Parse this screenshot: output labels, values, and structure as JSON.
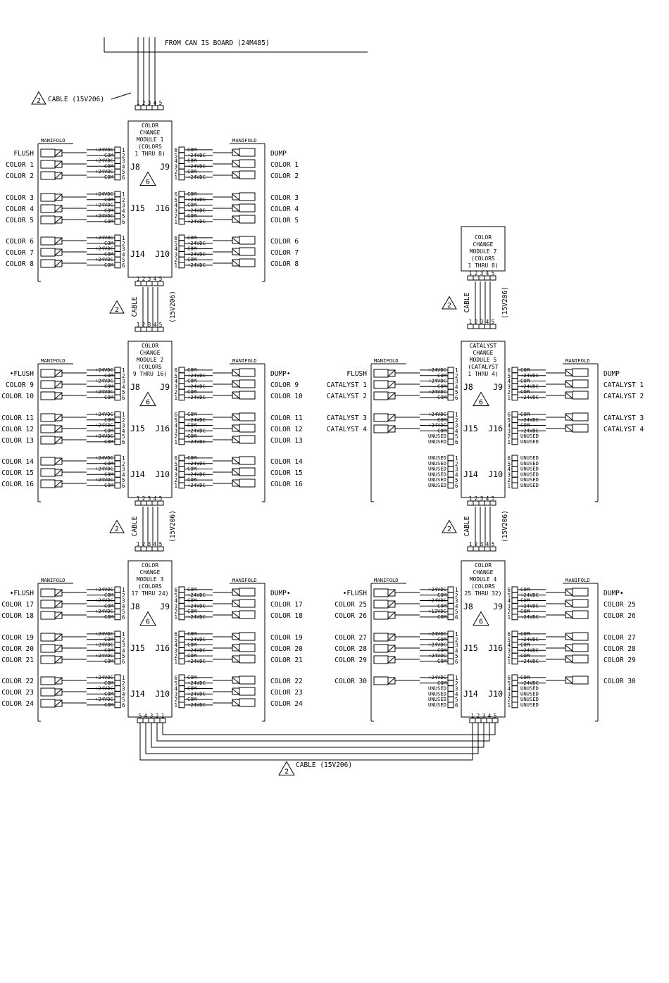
{
  "top_label": "FROM CAN IS BOARD (24M485)",
  "cable_label": "CABLE (15V206)",
  "cable_word": "CABLE",
  "cable_part": "(15V206)",
  "cable_tag": "2",
  "module_tag": "6",
  "manifold_label": "MANIFOLD",
  "connector_pins": [
    "1",
    "2",
    "3",
    "4",
    "5"
  ],
  "connector_pins_reversed": [
    "5",
    "4",
    "3",
    "2",
    "1"
  ],
  "jacks": [
    "J8",
    "J9",
    "J15",
    "J16",
    "J14",
    "J10"
  ],
  "module7": [
    "COLOR",
    "CHANGE",
    "MODULE 7",
    "(COLORS",
    "1 THRU 8)"
  ],
  "modules": [
    {
      "title": [
        "COLOR",
        "CHANGE",
        "MODULE 1",
        "(COLORS",
        "1 THRU 8)"
      ],
      "left_groups": [
        {
          "labels": [
            "FLUSH",
            "COLOR 1",
            "COLOR 2"
          ],
          "pins": [
            "1",
            "2",
            "3",
            "4",
            "5",
            "6"
          ],
          "sig": [
            "+24VDC",
            "COM",
            "+24VDC",
            "COM",
            "+24VDC",
            "COM"
          ]
        },
        {
          "labels": [
            "COLOR 3",
            "COLOR 4",
            "COLOR 5"
          ],
          "pins": [
            "1",
            "2",
            "3",
            "4",
            "5",
            "6"
          ],
          "sig": [
            "+24VDC",
            "COM",
            "+24VDC",
            "COM",
            "+24VDC",
            "COM"
          ]
        },
        {
          "labels": [
            "COLOR 6",
            "COLOR 7",
            "COLOR 8"
          ],
          "pins": [
            "1",
            "2",
            "3",
            "4",
            "5",
            "6"
          ],
          "sig": [
            "+24VDC",
            "COM",
            "+24VDC",
            "COM",
            "+24VDC",
            "COM"
          ]
        }
      ],
      "right_groups": [
        {
          "labels": [
            "DUMP",
            "COLOR 1",
            "COLOR 2"
          ],
          "pins": [
            "6",
            "5",
            "4",
            "3",
            "2",
            "1"
          ],
          "sig": [
            "COM",
            "+24VDC",
            "COM",
            "+24VDC",
            "COM",
            "+24VDC"
          ]
        },
        {
          "labels": [
            "COLOR 3",
            "COLOR 4",
            "COLOR 5"
          ],
          "pins": [
            "6",
            "5",
            "4",
            "3",
            "2",
            "1"
          ],
          "sig": [
            "COM",
            "+24VDC",
            "COM",
            "+24VDC",
            "COM",
            "+24VDC"
          ]
        },
        {
          "labels": [
            "COLOR 6",
            "COLOR 7",
            "COLOR 8"
          ],
          "pins": [
            "6",
            "5",
            "4",
            "3",
            "2",
            "1"
          ],
          "sig": [
            "COM",
            "+24VDC",
            "COM",
            "+24VDC",
            "COM",
            "+24VDC"
          ]
        }
      ]
    },
    {
      "title": [
        "COLOR",
        "CHANGE",
        "MODULE 2",
        "(COLORS",
        "9 THRU 16)"
      ],
      "left_groups": [
        {
          "labels": [
            "•FLUSH",
            "COLOR 9",
            "COLOR 10"
          ],
          "pins": [
            "1",
            "2",
            "3",
            "4",
            "5",
            "6"
          ],
          "sig": [
            "+24VDC",
            "COM",
            "+24VDC",
            "COM",
            "+24VDC",
            "COM"
          ]
        },
        {
          "labels": [
            "COLOR 11",
            "COLOR 12",
            "COLOR 13"
          ],
          "pins": [
            "1",
            "2",
            "3",
            "4",
            "5",
            "6"
          ],
          "sig": [
            "+24VDC",
            "COM",
            "+24VDC",
            "COM",
            "+24VDC",
            "COM"
          ]
        },
        {
          "labels": [
            "COLOR 14",
            "COLOR 15",
            "COLOR 16"
          ],
          "pins": [
            "1",
            "2",
            "3",
            "4",
            "5",
            "6"
          ],
          "sig": [
            "+24VDC",
            "COM",
            "+24VDC",
            "COM",
            "+24VDC",
            "COM"
          ]
        }
      ],
      "right_groups": [
        {
          "labels": [
            "DUMP•",
            "COLOR 9",
            "COLOR 10"
          ],
          "pins": [
            "6",
            "5",
            "4",
            "3",
            "2",
            "1"
          ],
          "sig": [
            "COM",
            "+24VDC",
            "COM",
            "+24VDC",
            "COM",
            "+24VDC"
          ]
        },
        {
          "labels": [
            "COLOR 11",
            "COLOR 12",
            "COLOR 13"
          ],
          "pins": [
            "6",
            "5",
            "4",
            "3",
            "2",
            "1"
          ],
          "sig": [
            "COM",
            "+24VDC",
            "COM",
            "+24VDC",
            "COM",
            "+24VDC"
          ]
        },
        {
          "labels": [
            "COLOR 14",
            "COLOR 15",
            "COLOR 16"
          ],
          "pins": [
            "6",
            "5",
            "4",
            "3",
            "2",
            "1"
          ],
          "sig": [
            "COM",
            "+24VDC",
            "COM",
            "+24VDC",
            "COM",
            "+24VDC"
          ]
        }
      ]
    },
    {
      "title": [
        "COLOR",
        "CHANGE",
        "MODULE 3",
        "(COLORS",
        "17 THRU 24)"
      ],
      "left_groups": [
        {
          "labels": [
            "•FLUSH",
            "COLOR 17",
            "COLOR 18"
          ],
          "pins": [
            "1",
            "2",
            "3",
            "4",
            "5",
            "6"
          ],
          "sig": [
            "+24VDC",
            "COM",
            "+24VDC",
            "COM",
            "+24VDC",
            "COM"
          ]
        },
        {
          "labels": [
            "COLOR 19",
            "COLOR 20",
            "COLOR 21"
          ],
          "pins": [
            "1",
            "2",
            "3",
            "4",
            "5",
            "6"
          ],
          "sig": [
            "+24VDC",
            "COM",
            "+24VDC",
            "COM",
            "+24VDC",
            "COM"
          ]
        },
        {
          "labels": [
            "COLOR 22",
            "COLOR 23",
            "COLOR 24"
          ],
          "pins": [
            "1",
            "2",
            "3",
            "4",
            "5",
            "6"
          ],
          "sig": [
            "+24VDC",
            "COM",
            "+24VDC",
            "COM",
            "+24VDC",
            "COM"
          ]
        }
      ],
      "right_groups": [
        {
          "labels": [
            "DUMP•",
            "COLOR 17",
            "COLOR 18"
          ],
          "pins": [
            "6",
            "5",
            "4",
            "3",
            "2",
            "1"
          ],
          "sig": [
            "COM",
            "+24VDC",
            "COM",
            "+24VDC",
            "COM",
            "+24VDC"
          ]
        },
        {
          "labels": [
            "COLOR 19",
            "COLOR 20",
            "COLOR 21"
          ],
          "pins": [
            "6",
            "5",
            "4",
            "3",
            "2",
            "1"
          ],
          "sig": [
            "COM",
            "+24VDC",
            "COM",
            "+24VDC",
            "COM",
            "+24VDC"
          ]
        },
        {
          "labels": [
            "COLOR 22",
            "COLOR 23",
            "COLOR 24"
          ],
          "pins": [
            "6",
            "5",
            "4",
            "3",
            "2",
            "1"
          ],
          "sig": [
            "COM",
            "+24VDC",
            "COM",
            "+24VDC",
            "COM",
            "+24VDC"
          ]
        }
      ]
    },
    {
      "title": [
        "CATALYST",
        "CHANGE",
        "MODULE 5",
        "(CATALYST",
        "1 THRU 4)"
      ],
      "left_groups": [
        {
          "labels": [
            "FLUSH",
            "CATALYST 1",
            "CATALYST 2"
          ],
          "pins": [
            "1",
            "2",
            "3",
            "4",
            "5",
            "6"
          ],
          "sig": [
            "+24VDC",
            "COM",
            "+24VDC",
            "COM",
            "+24VDC",
            "COM"
          ]
        },
        {
          "labels": [
            "CATALYST 3",
            "CATALYST 4"
          ],
          "pins": [
            "1",
            "2",
            "3",
            "4",
            "5",
            "6"
          ],
          "sig": [
            "+24VDC",
            "COM",
            "+24VDC",
            "COM",
            "UNUSED",
            "UNUSED"
          ]
        },
        {
          "labels": [],
          "pins": [
            "1",
            "2",
            "3",
            "4",
            "5",
            "6"
          ],
          "sig": [
            "UNUSED",
            "UNUSED",
            "UNUSED",
            "UNUSED",
            "UNUSED",
            "UNUSED"
          ]
        }
      ],
      "right_groups": [
        {
          "labels": [
            "DUMP",
            "CATALYST 1",
            "CATALYST 2"
          ],
          "pins": [
            "6",
            "5",
            "4",
            "3",
            "2",
            "1"
          ],
          "sig": [
            "COM",
            "+24VDC",
            "COM",
            "+24VDC",
            "COM",
            "+24VDC"
          ]
        },
        {
          "labels": [
            "CATALYST 3",
            "CATALYST 4"
          ],
          "pins": [
            "6",
            "5",
            "4",
            "3",
            "2",
            "1"
          ],
          "sig": [
            "COM",
            "+24VDC",
            "COM",
            "+24VDC",
            "UNUSED",
            "UNUSED"
          ]
        },
        {
          "labels": [],
          "pins": [
            "6",
            "5",
            "4",
            "3",
            "2",
            "1"
          ],
          "sig": [
            "UNUSED",
            "UNUSED",
            "UNUSED",
            "UNUSED",
            "UNUSED",
            "UNUSED"
          ]
        }
      ]
    },
    {
      "title": [
        "COLOR",
        "CHANGE",
        "MODULE 4",
        "(COLORS",
        "25 THRU 32)"
      ],
      "left_groups": [
        {
          "labels": [
            "•FLUSH",
            "COLOR 25",
            "COLOR 26"
          ],
          "pins": [
            "1",
            "2",
            "3",
            "4",
            "5",
            "6"
          ],
          "sig": [
            "+24VDC",
            "COM",
            "+24VDC",
            "COM",
            "+12VDC",
            "COM"
          ]
        },
        {
          "labels": [
            "COLOR 27",
            "COLOR 28",
            "COLOR 29"
          ],
          "pins": [
            "1",
            "2",
            "3",
            "4",
            "5",
            "6"
          ],
          "sig": [
            "+24VDC",
            "COM",
            "+24VDC",
            "COM",
            "+24VDC",
            "COM"
          ]
        },
        {
          "labels": [
            "COLOR 30"
          ],
          "pins": [
            "1",
            "2",
            "3",
            "4",
            "5",
            "6"
          ],
          "sig": [
            "+24VDC",
            "COM",
            "UNUSED",
            "UNUSED",
            "UNUSED",
            "UNUSED"
          ]
        }
      ],
      "right_groups": [
        {
          "labels": [
            "DUMP•",
            "COLOR 25",
            "COLOR 26"
          ],
          "pins": [
            "6",
            "5",
            "4",
            "3",
            "2",
            "1"
          ],
          "sig": [
            "COM",
            "+24VDC",
            "COM",
            "+24VDC",
            "COM",
            "+24VDC"
          ]
        },
        {
          "labels": [
            "COLOR 27",
            "COLOR 28",
            "COLOR 29"
          ],
          "pins": [
            "6",
            "5",
            "4",
            "3",
            "2",
            "1"
          ],
          "sig": [
            "COM",
            "+24VDC",
            "COM",
            "+24VDC",
            "COM",
            "+24VDC"
          ]
        },
        {
          "labels": [
            "COLOR 30"
          ],
          "pins": [
            "6",
            "5",
            "4",
            "3",
            "2",
            "1"
          ],
          "sig": [
            "COM",
            "+24VDC",
            "UNUSED",
            "UNUSED",
            "UNUSED",
            "UNUSED"
          ]
        }
      ]
    }
  ]
}
